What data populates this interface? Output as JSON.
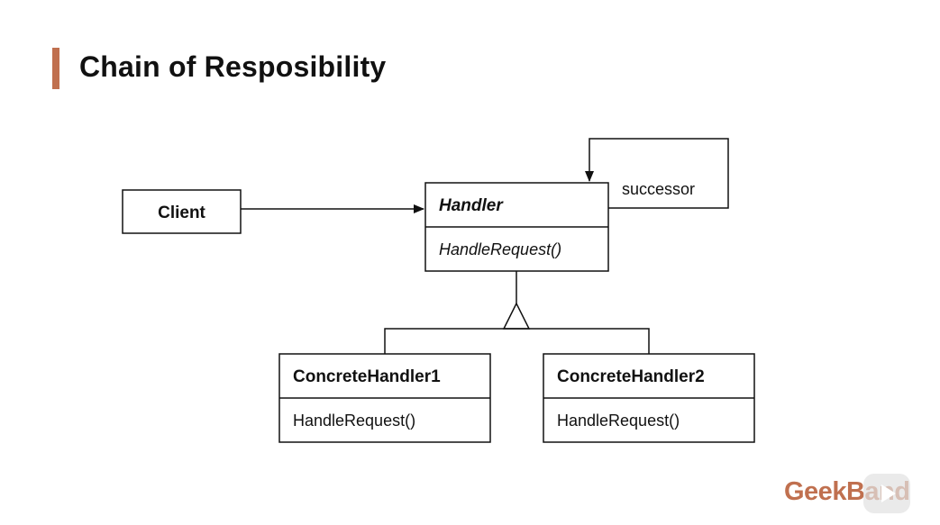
{
  "slide": {
    "title": "Chain of Resposibility"
  },
  "diagram": {
    "client": {
      "name": "Client"
    },
    "handler": {
      "name": "Handler",
      "operation": "HandleRequest()"
    },
    "successor_label": "successor",
    "concrete_handlers": [
      {
        "name": "ConcreteHandler1",
        "operation": "HandleRequest()"
      },
      {
        "name": "ConcreteHandler2",
        "operation": "HandleRequest()"
      }
    ]
  },
  "logo": {
    "text": "GeekBand",
    "accent_color": "#c0704f"
  },
  "colors": {
    "title_accent": "#c0704f",
    "line": "#111111",
    "background": "#ffffff"
  }
}
